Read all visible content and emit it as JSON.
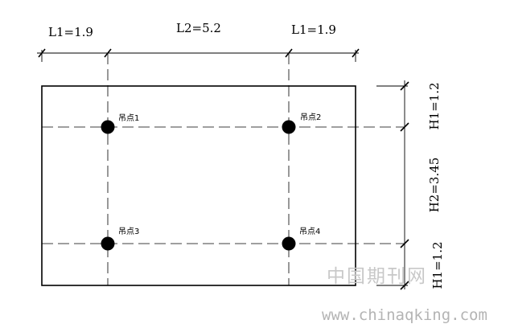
{
  "dimensions": {
    "top": [
      {
        "label": "L1=1.9",
        "span": 1.9
      },
      {
        "label": "L2=5.2",
        "span": 5.2
      },
      {
        "label": "L1=1.9",
        "span": 1.9
      }
    ],
    "right": [
      {
        "label": "H1=1.2",
        "span": 1.2
      },
      {
        "label": "H2=3.45",
        "span": 3.45
      },
      {
        "label": "H1=1.2",
        "span": 1.2
      }
    ]
  },
  "lifting_points": [
    {
      "label": "吊点1",
      "col": 1,
      "row": 1
    },
    {
      "label": "吊点2",
      "col": 2,
      "row": 1
    },
    {
      "label": "吊点3",
      "col": 1,
      "row": 2
    },
    {
      "label": "吊点4",
      "col": 2,
      "row": 2
    }
  ],
  "watermark": {
    "site_name": "中国期刊网",
    "url": "www.chinaqking.com"
  },
  "colors": {
    "line": "#000000",
    "watermark": "#b4b4b4"
  }
}
